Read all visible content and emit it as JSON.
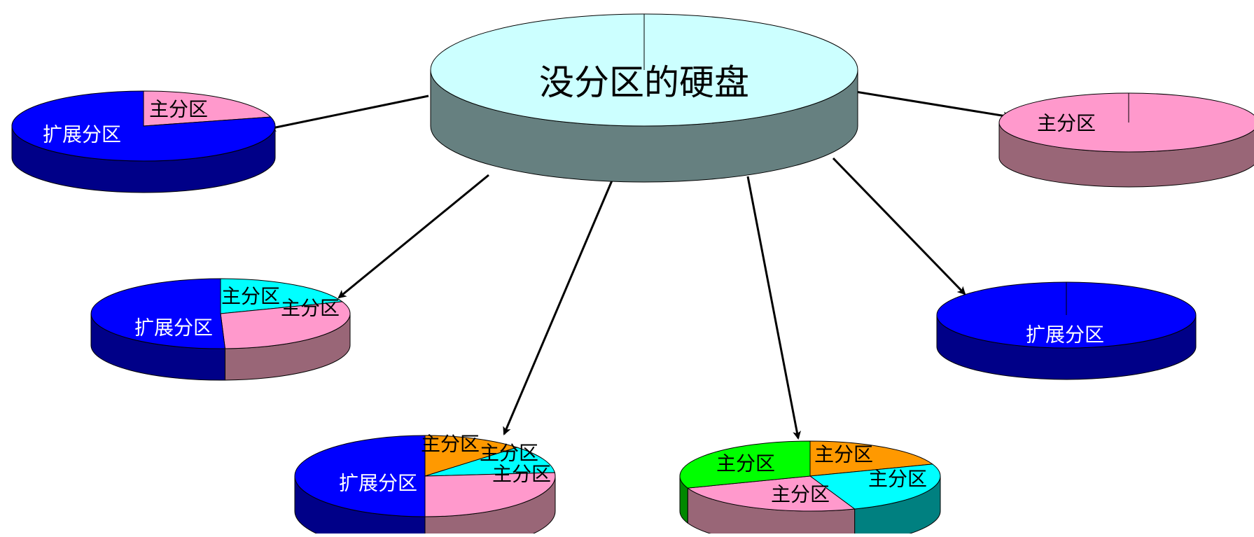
{
  "title": "没分区的硬盘",
  "disks": [
    {
      "id": "disk-a",
      "slices": [
        {
          "label": "主分区",
          "start": 0,
          "end": 75,
          "color": "#ff99cc",
          "side": "#996677",
          "text": "#000000"
        },
        {
          "label": "扩展分区",
          "start": 75,
          "end": 360,
          "color": "#0000ff",
          "side": "#000088",
          "text": "#ffffff"
        }
      ]
    },
    {
      "id": "disk-b",
      "slices": [
        {
          "label": "主分区",
          "start": 0,
          "end": 70,
          "color": "#00ffff",
          "side": "#008080",
          "text": "#000000"
        },
        {
          "label": "主分区",
          "start": 70,
          "end": 178,
          "color": "#ff99cc",
          "side": "#996677",
          "text": "#000000"
        },
        {
          "label": "扩展分区",
          "start": 178,
          "end": 360,
          "color": "#0000ff",
          "side": "#000088",
          "text": "#ffffff"
        }
      ]
    },
    {
      "id": "disk-c",
      "slices": [
        {
          "label": "主分区",
          "start": 0,
          "end": 45,
          "color": "#ff9900",
          "side": "#996600",
          "text": "#000000"
        },
        {
          "label": "主分区",
          "start": 45,
          "end": 85,
          "color": "#00ffff",
          "side": "#008080",
          "text": "#000000"
        },
        {
          "label": "主分区",
          "start": 85,
          "end": 180,
          "color": "#ff99cc",
          "side": "#996677",
          "text": "#000000"
        },
        {
          "label": "扩展分区",
          "start": 180,
          "end": 360,
          "color": "#0000ff",
          "side": "#000088",
          "text": "#ffffff"
        }
      ]
    },
    {
      "id": "disk-d",
      "slices": [
        {
          "label": "主分区",
          "start": 0,
          "end": 70,
          "color": "#ff9900",
          "side": "#996600",
          "text": "#000000"
        },
        {
          "label": "主分区",
          "start": 70,
          "end": 160,
          "color": "#00ffff",
          "side": "#008080",
          "text": "#000000"
        },
        {
          "label": "主分区",
          "start": 160,
          "end": 250,
          "color": "#ff99cc",
          "side": "#996677",
          "text": "#000000"
        },
        {
          "label": "主分区",
          "start": 250,
          "end": 360,
          "color": "#00ff00",
          "side": "#008800",
          "text": "#000000"
        }
      ]
    },
    {
      "id": "disk-e",
      "slices": [
        {
          "label": "扩展分区",
          "start": 0,
          "end": 360,
          "color": "#0000ff",
          "side": "#000088",
          "text": "#ffffff"
        }
      ]
    },
    {
      "id": "disk-f",
      "slices": [
        {
          "label": "主分区",
          "start": 0,
          "end": 360,
          "color": "#ff99cc",
          "side": "#996677",
          "text": "#000000"
        }
      ]
    }
  ],
  "colors": {
    "center_top": "#ccffff",
    "center_side": "#668080",
    "arrow": "#000000"
  }
}
